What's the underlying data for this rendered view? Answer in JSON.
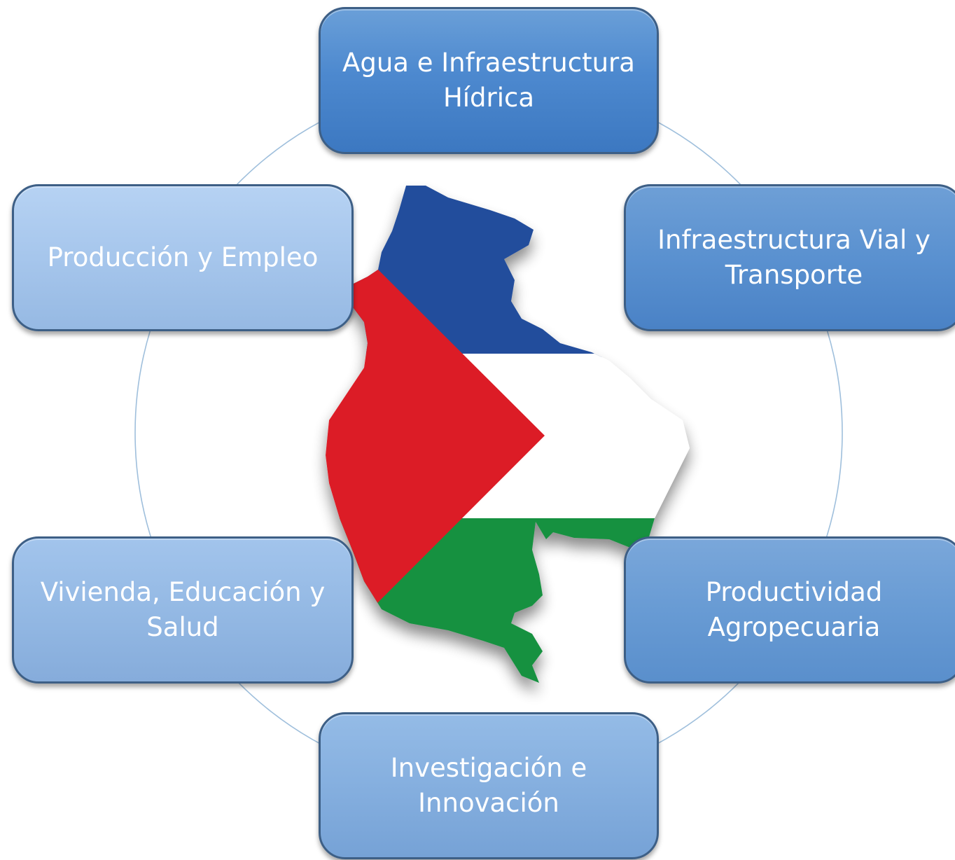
{
  "diagram": {
    "nodes": [
      {
        "id": "agua",
        "lines": [
          "Agua e Infraestructura",
          "Hídrica"
        ]
      },
      {
        "id": "vial",
        "lines": [
          "Infraestructura Vial y",
          "Transporte"
        ]
      },
      {
        "id": "agro",
        "lines": [
          "Productividad",
          "Agropecuaria"
        ]
      },
      {
        "id": "investigacion",
        "lines": [
          "Investigación e",
          "Innovación"
        ]
      },
      {
        "id": "vivienda",
        "lines": [
          "Vivienda, Educación y",
          "Salud"
        ]
      },
      {
        "id": "produccion",
        "lines": [
          "Producción y Empleo"
        ]
      }
    ],
    "center_map": {
      "description_colors": {
        "blue": "#244d9c",
        "white": "#ffffff",
        "green": "#18913f",
        "red": "#dc1f26"
      }
    },
    "ring_color": "#9fbfdc"
  }
}
